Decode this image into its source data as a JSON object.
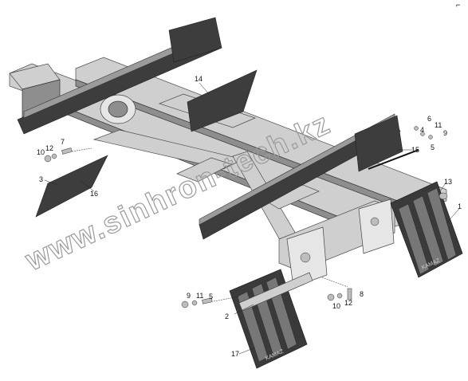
{
  "watermark": "www.sinhron-tech.kz",
  "corner_mark": "⌐",
  "callouts": [
    {
      "id": "c1",
      "text": "1"
    },
    {
      "id": "c2",
      "text": "2"
    },
    {
      "id": "c3",
      "text": "3"
    },
    {
      "id": "c4",
      "text": "4"
    },
    {
      "id": "c5a",
      "text": "5"
    },
    {
      "id": "c5b",
      "text": "5"
    },
    {
      "id": "c6",
      "text": "6"
    },
    {
      "id": "c7",
      "text": "7"
    },
    {
      "id": "c8",
      "text": "8"
    },
    {
      "id": "c9a",
      "text": "9"
    },
    {
      "id": "c9b",
      "text": "9"
    },
    {
      "id": "c10a",
      "text": "10"
    },
    {
      "id": "c10b",
      "text": "10"
    },
    {
      "id": "c11a",
      "text": "11"
    },
    {
      "id": "c11b",
      "text": "11"
    },
    {
      "id": "c12a",
      "text": "12"
    },
    {
      "id": "c12b",
      "text": "12"
    },
    {
      "id": "c13",
      "text": "13"
    },
    {
      "id": "c14",
      "text": "14"
    },
    {
      "id": "c15",
      "text": "15"
    },
    {
      "id": "c16",
      "text": "16"
    },
    {
      "id": "c17",
      "text": "17"
    }
  ],
  "flap_brand": "KAMAZ"
}
